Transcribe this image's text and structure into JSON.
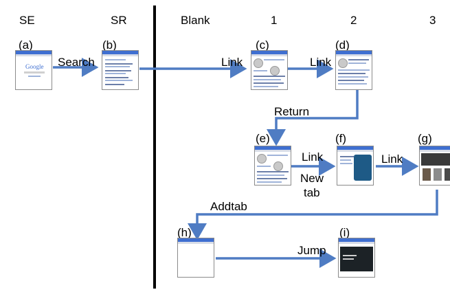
{
  "columns": {
    "se": "SE",
    "sr": "SR",
    "blank": "Blank",
    "c1": "1",
    "c2": "2",
    "c3": "3"
  },
  "nodes": {
    "a": "(a)",
    "b": "(b)",
    "c": "(c)",
    "d": "(d)",
    "e": "(e)",
    "f": "(f)",
    "g": "(g)",
    "h": "(h)",
    "i": "(i)"
  },
  "edges": {
    "search": "Search",
    "link_cd_from_b": "Link",
    "link_cd": "Link",
    "return": "Return",
    "link_ef": "Link",
    "newtab_1": "New",
    "newtab_2": "tab",
    "link_fg": "Link",
    "addtab": "Addtab",
    "jump": "Jump"
  },
  "thumbnail_texts": {
    "google": "Google"
  },
  "colors": {
    "arrow": "#4f7cc3",
    "divider": "#000000"
  }
}
